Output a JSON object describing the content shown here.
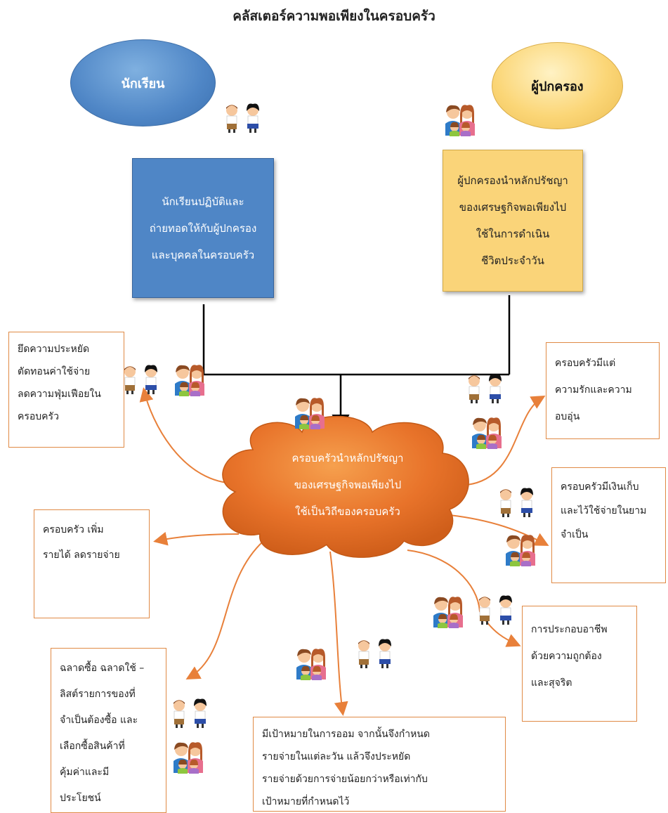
{
  "title": "คลัสเตอร์ความพอเพียงในครอบครัว",
  "student_label": "นักเรียน",
  "parent_label": "ผู้ปกครอง",
  "student_box": "นักเรียนปฏิบัติและ\nถ่ายทอดให้กับผู้ปกครอง\nและบุคคลในครอบครัว",
  "parent_box": "ผู้ปกครองนำหลักปรัชญา\nของเศรษฐกิจพอเพียงไป\nใช้ในการดำเนิน\nชีวิตประจำวัน",
  "center_cloud": "ครอบครัวนำหลักปรัชญา\nของเศรษฐกิจพอเพียงไป\nใช้เป็นวิถีของครอบครัว",
  "outcomes": [
    "ยึดความประหยัด\nตัดทอนค่าใช้จ่าย\nลดความฟุ่มเฟือยใน\nครอบครัว",
    "ครอบครัวมีแต่\nความรักและความ\nอบอุ่น",
    "ครอบครัวมีเงินเก็บ\nและไว้ใช้จ่ายในยาม\nจำเป็น",
    "ครอบครัว เพิ่ม\nรายได้ ลดรายจ่าย",
    "การประกอบอาชีพ\nด้วยความถูกต้อง\nและสุจริต",
    "ฉลาดซื้อ ฉลาดใช้ –\nลิสต์รายการของที่\nจำเป็นต้องซื้อ และ\nเลือกซื้อสินค้าที่\nคุ้มค่าและมี\nประโยชน์",
    "มีเป้าหมายในการออม จากนั้นจึงกำหนด\nรายจ่ายในแต่ละวัน แล้วจึงประหยัด\nรายจ่ายด้วยการจ่ายน้อยกว่าหรือเท่ากับ\nเป้าหมายที่กำหนดไว้"
  ],
  "colors": {
    "blue": "#4f86c6",
    "gold": "#fad479",
    "orange": "#e8803a",
    "orange_border": "#e08a45"
  },
  "icons": [
    "students-icon",
    "family-icon"
  ]
}
